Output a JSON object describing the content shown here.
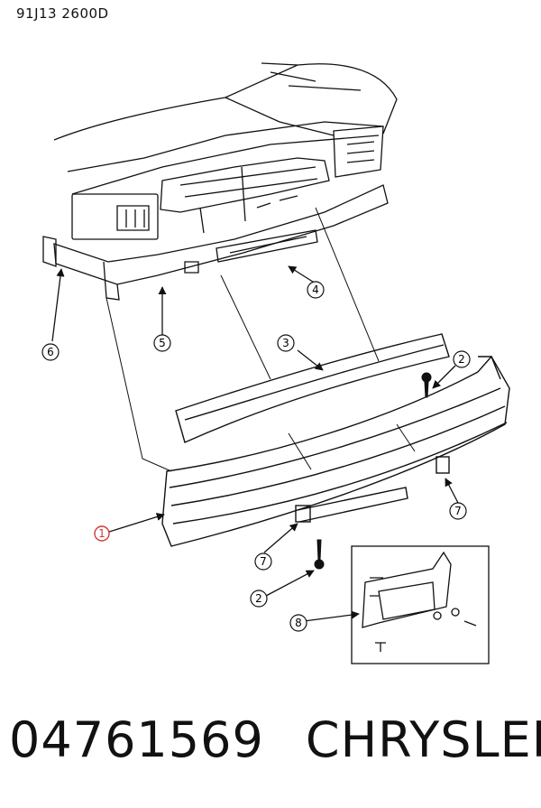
{
  "drawing_code": "91J13  2600D",
  "callouts": [
    "1",
    "2",
    "2",
    "3",
    "4",
    "5",
    "6",
    "7",
    "7",
    "8"
  ],
  "footer": {
    "part_number": "04761569",
    "brand": "CHRYSLER"
  },
  "colors": {
    "line": "#111111",
    "highlight_callout": "#d23a3a",
    "background": "#ffffff"
  }
}
